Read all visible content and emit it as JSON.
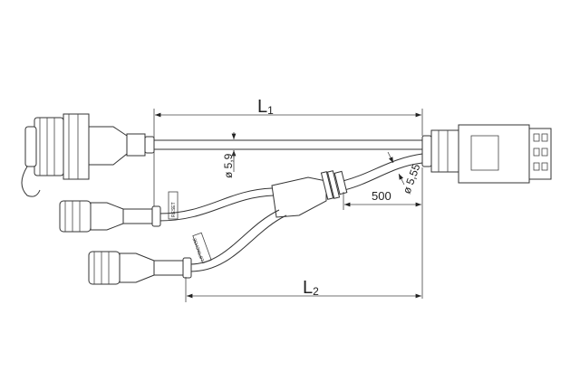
{
  "dimensions": {
    "l1": {
      "letter": "L",
      "sub": "1"
    },
    "l2": {
      "letter": "L",
      "sub": "2"
    },
    "diameter_main": "ø 5,9",
    "diameter_branch": "ø 5,55",
    "branch_length": "500"
  },
  "labels": {
    "reset": "RESET",
    "lift": "LIFTACHSE"
  }
}
